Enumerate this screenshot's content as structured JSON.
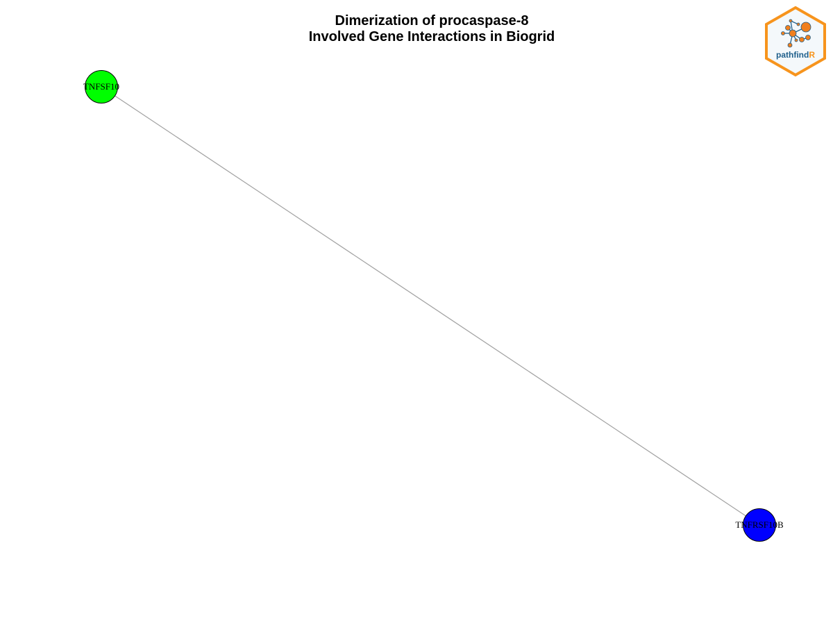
{
  "title": {
    "line1": "Dimerization of procaspase-8",
    "line2": "Involved Gene Interactions in Biogrid"
  },
  "network": {
    "nodes": [
      {
        "id": "TNFSF10",
        "label": "TNFSF10",
        "color": "#00ff00"
      },
      {
        "id": "TNFRSF10B",
        "label": "TNFRSF10B",
        "color": "#0000ff"
      }
    ],
    "edges": [
      {
        "source": "TNFSF10",
        "target": "TNFRSF10B",
        "color": "#a0a0a0"
      }
    ]
  },
  "logo": {
    "text_main": "pathfind",
    "text_accent": "R",
    "border_color": "#f7941d",
    "main_text_color": "#1f5f8b",
    "accent_text_color": "#f7941d",
    "node_color": "#f07f1e",
    "icon": "network-graph-icon"
  }
}
